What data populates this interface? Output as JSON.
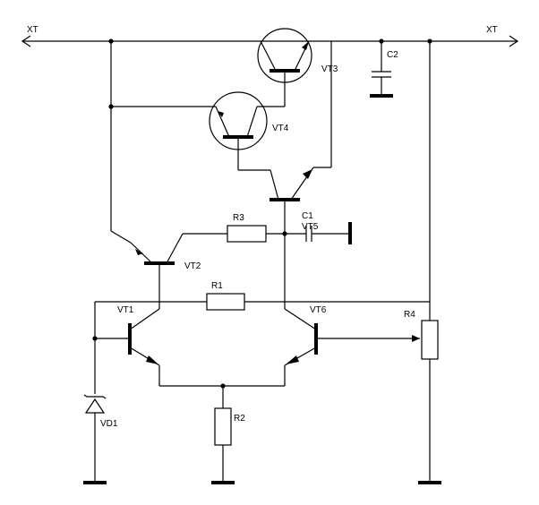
{
  "schematic": {
    "terminals": {
      "left": "XT",
      "right": "XT"
    },
    "transistors": {
      "vt1": "VT1",
      "vt2": "VT2",
      "vt3": "VT3",
      "vt4": "VT4",
      "vt5": "VT5",
      "vt6": "VT6"
    },
    "resistors": {
      "r1": "R1",
      "r2": "R2",
      "r3": "R3",
      "r4": "R4"
    },
    "capacitors": {
      "c1": "C1",
      "c2": "C2"
    },
    "diodes": {
      "vd1": "VD1"
    }
  }
}
